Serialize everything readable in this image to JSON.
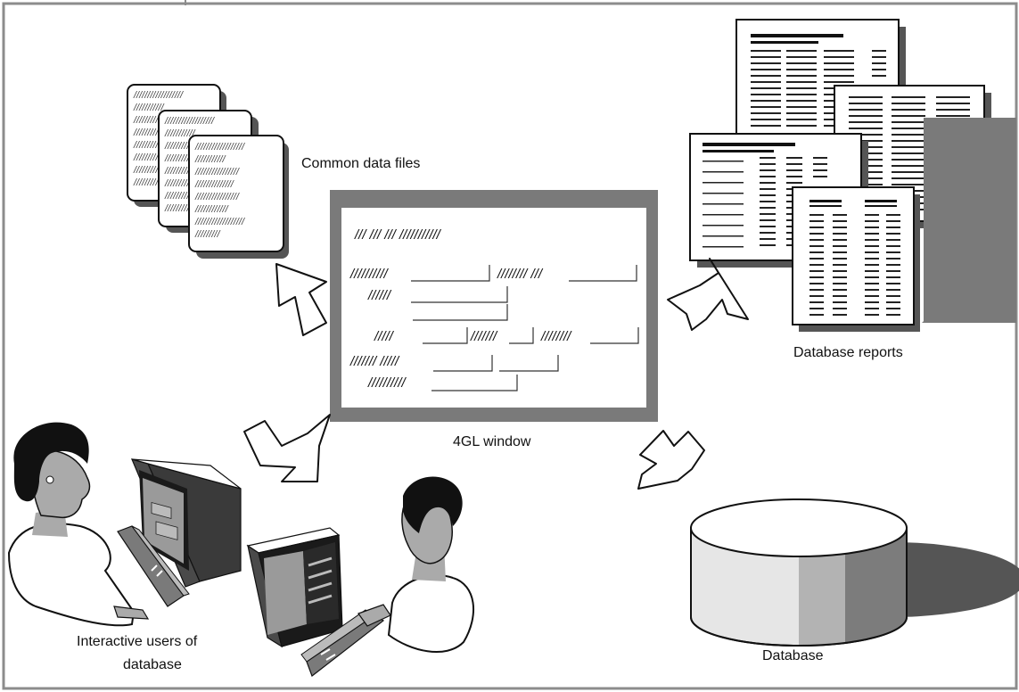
{
  "labels": {
    "data_files": "Common data files",
    "window": "4GL window",
    "reports": "Database reports",
    "users_line1": "Interactive users of",
    "users_line2": "database",
    "database": "Database"
  },
  "window_form": {
    "title": "/// /// /// ///////////",
    "row1_a": "//////////",
    "row1_b": "//////// ///",
    "row2": "//////",
    "row4_a": "/////",
    "row4_b": "///////",
    "row4_c": "////////",
    "row5": "/////// /////",
    "row6": "//////////"
  },
  "data_file_lines": [
    "//////////////////",
    "///////////",
    "////////////////",
    "//////////////",
    "////////////////",
    "////////////",
    "//////////////////",
    "/////////"
  ],
  "colors": {
    "border": "#8c8c8c",
    "window_frame": "#7a7a7a",
    "shadow": "#555555",
    "cylinder_light": "#e6e6e6",
    "cylinder_mid": "#b3b3b3",
    "cylinder_dark": "#7c7c7c"
  }
}
